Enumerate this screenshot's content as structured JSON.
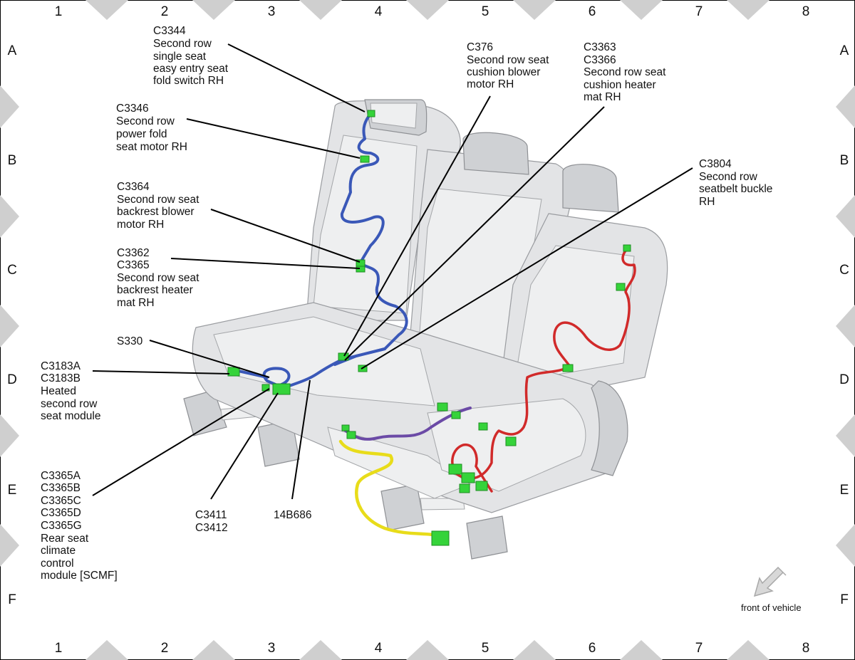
{
  "grid": {
    "columns": [
      "1",
      "2",
      "3",
      "4",
      "5",
      "6",
      "7",
      "8"
    ],
    "rows": [
      "A",
      "B",
      "C",
      "D",
      "E",
      "F"
    ]
  },
  "callouts": {
    "c3344": [
      "C3344",
      "Second row",
      "single seat",
      "easy entry seat",
      "fold switch RH"
    ],
    "c3346": [
      "C3346",
      "Second row",
      "power fold",
      "seat motor RH"
    ],
    "c3364": [
      "C3364",
      "Second row seat",
      "backrest blower",
      "motor RH"
    ],
    "c3362": [
      "C3362",
      "C3365",
      "Second row seat",
      "backrest heater",
      "mat RH"
    ],
    "s330": [
      "S330"
    ],
    "c3183": [
      "C3183A",
      "C3183B",
      "Heated",
      "second row",
      "seat module"
    ],
    "c3365": [
      "C3365A",
      "C3365B",
      "C3365C",
      "C3365D",
      "C3365G",
      "Rear seat",
      "climate",
      "control",
      "module [SCMF]"
    ],
    "c3411": [
      "C3411",
      "C3412"
    ],
    "harness": [
      "14B686"
    ],
    "c376": [
      "C376",
      "Second row seat",
      "cushion blower",
      "motor RH"
    ],
    "c3363": [
      "C3363",
      "C3366",
      "Second row seat",
      "cushion heater",
      "mat RH"
    ],
    "c3804": [
      "C3804",
      "Second row",
      "seatbelt buckle",
      "RH"
    ]
  },
  "orientation": {
    "label": "front of vehicle",
    "icon": "arrow-down-left-icon"
  },
  "colors": {
    "harness_blue": "#3a58b8",
    "harness_red": "#d12a2a",
    "harness_purple": "#6b4aa6",
    "harness_yellow": "#e8dc1a",
    "connector_green": "#35d33a",
    "grid_marker": "#cfcfcf"
  }
}
